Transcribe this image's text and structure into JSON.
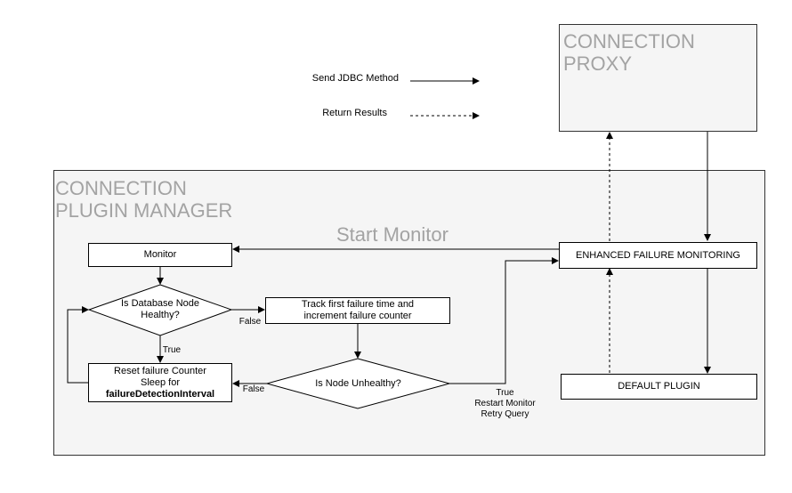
{
  "legend": {
    "send": "Send JDBC Method",
    "return": "Return Results"
  },
  "proxy": {
    "line1": "CONNECTION",
    "line2": "PROXY"
  },
  "manager": {
    "line1": "CONNECTION",
    "line2": "PLUGIN MANAGER"
  },
  "start_monitor": "Start Monitor",
  "nodes": {
    "monitor": "Monitor",
    "efm": "ENHANCED FAILURE MONITORING",
    "default_plugin": "DEFAULT PLUGIN",
    "healthy_line1": "Is Database Node",
    "healthy_line2": "Healthy?",
    "track_line1": "Track first failure time and",
    "track_line2": "increment failure counter",
    "unhealthy": "Is Node Unhealthy?",
    "reset_line1": "Reset failure Counter",
    "reset_line2": "Sleep for",
    "reset_line3": "failureDetectionInterval"
  },
  "edge_labels": {
    "false_1": "False",
    "true_1": "True",
    "false_2": "False",
    "true_2_line1": "True",
    "true_2_line2": "Restart Monitor",
    "true_2_line3": "Retry Query"
  }
}
